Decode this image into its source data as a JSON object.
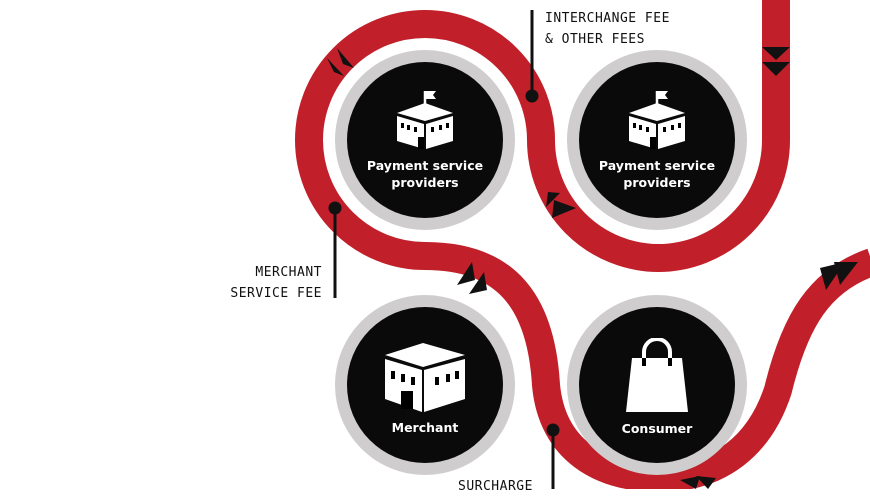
{
  "nodes": {
    "psp_left": {
      "label_line1": "Payment service",
      "label_line2": "providers"
    },
    "psp_right": {
      "label_line1": "Payment service",
      "label_line2": "providers"
    },
    "merchant": {
      "label": "Merchant"
    },
    "consumer": {
      "label": "Consumer"
    }
  },
  "fees": {
    "interchange_line1": "INTERCHANGE FEE",
    "interchange_line2": "& OTHER FEES",
    "merchant_line1": "MERCHANT",
    "merchant_line2": "SERVICE FEE",
    "surcharge": "SURCHARGE"
  },
  "colors": {
    "flow": "#c1202a",
    "node": "#0a0a0a",
    "ring": "#cfcdcd"
  }
}
